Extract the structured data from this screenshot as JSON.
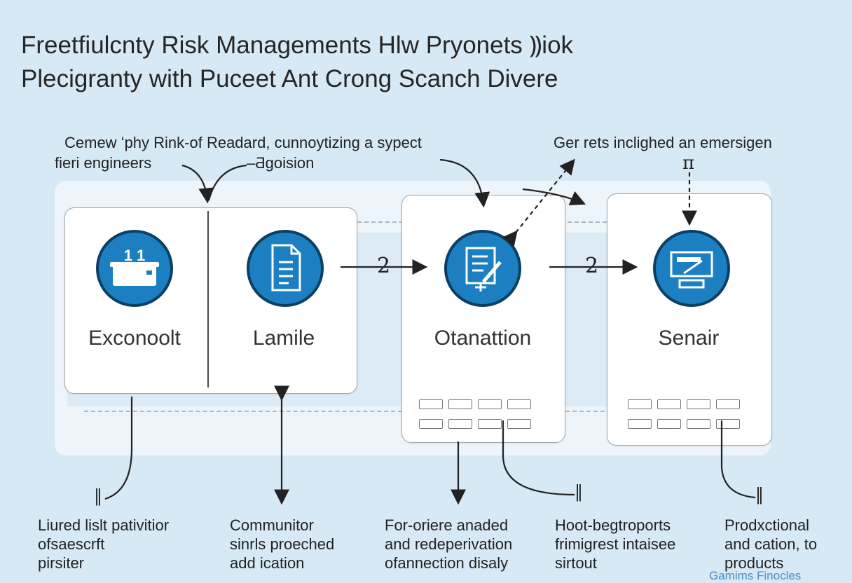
{
  "title": {
    "line1": "Freetfiulcnty Risk Managements Hlw Pryonets ⸩iok",
    "line2": "Plecigranty with Puceet Ant Crong Scanch Divere"
  },
  "top_annotations": {
    "left_line1": "Cemew ʻphy Rink-of Readard, cunnoytizing a sypect",
    "left_line2": "fieri engineers",
    "left_tag": "–Ƌgoision",
    "right": "Ger rets inclighed an emersigen"
  },
  "nodes": [
    {
      "label": "Exconoolt",
      "icon": "container-icon"
    },
    {
      "label": "Lamile",
      "icon": "document-icon"
    },
    {
      "label": "Otanattion",
      "icon": "edit-document-icon"
    },
    {
      "label": "Senair",
      "icon": "monitor-icon"
    }
  ],
  "flow_marks": {
    "arrow1": "2",
    "arrow2": "2",
    "top_pin": "π",
    "end_mark1": "‖",
    "end_mark2": "‖",
    "end_mark3": "‖"
  },
  "bottom_notes": [
    {
      "lines": [
        "Liured lislt pativitior",
        "ofsaescrft",
        "pirsiter"
      ]
    },
    {
      "lines": [
        "Communitor",
        "sinrls proeched",
        "add ication"
      ]
    },
    {
      "lines": [
        "For-oriere anaded",
        "and redeperivation",
        "ofannection disaly"
      ]
    },
    {
      "lines": [
        "Hoot-begtroports",
        "frimigrest intaisee",
        "sirtout"
      ]
    },
    {
      "lines": [
        "Prodxctional",
        "and cation, to",
        "products"
      ]
    }
  ],
  "watermark": "Gamims Finocles",
  "colors": {
    "background": "#d6e9f5",
    "icon_fill": "#1b7fc1",
    "icon_border": "#0b3f63",
    "card_border": "#9fa7ae"
  }
}
